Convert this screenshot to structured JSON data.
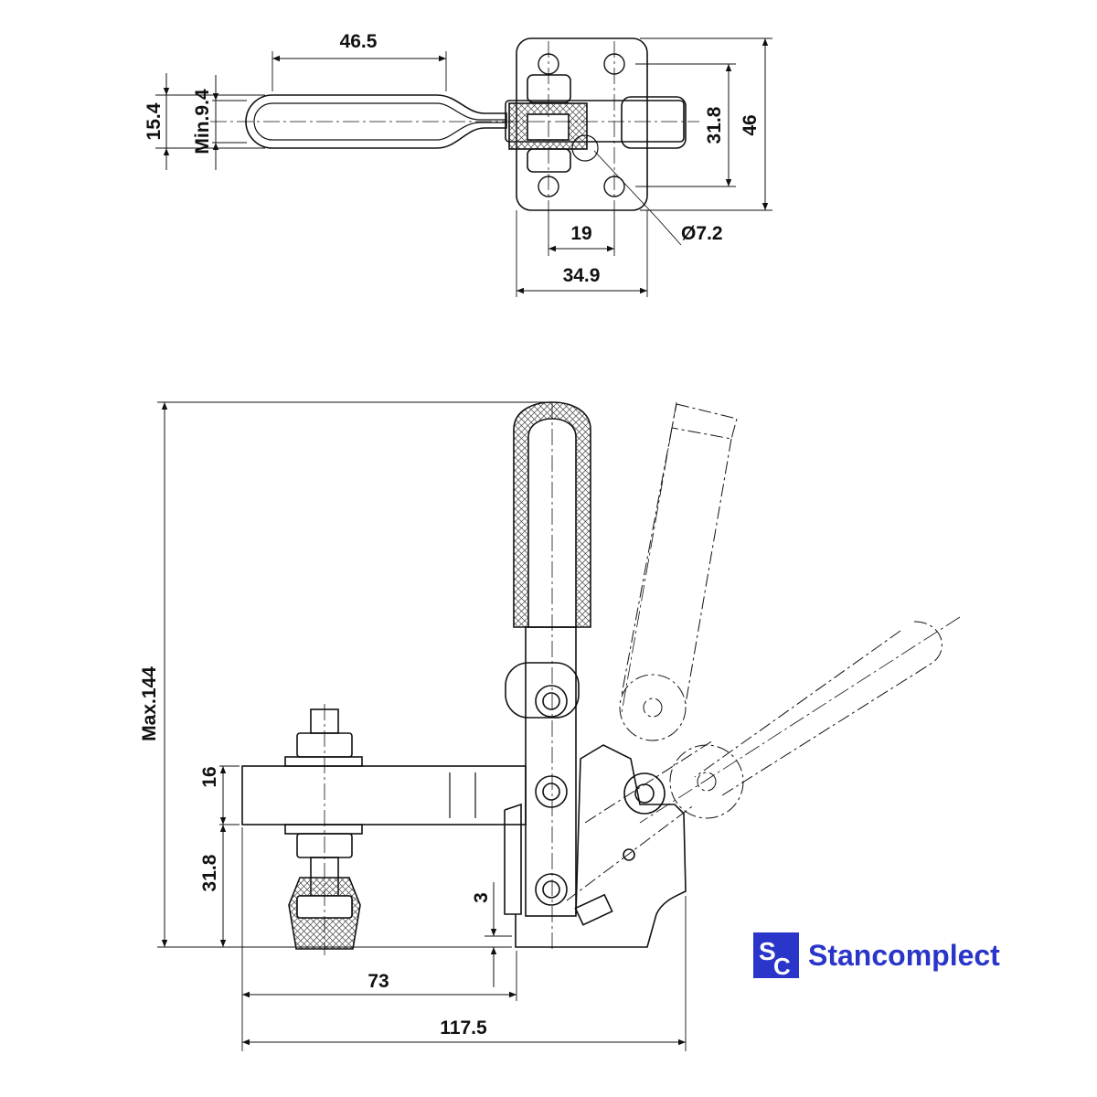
{
  "dimensions": {
    "top_handle_length": "46.5",
    "top_grip_width": "15.4",
    "top_min_clearance": "Min.9.4",
    "top_hole_spacing_v": "31.8",
    "top_base_height": "46",
    "top_hole_spacing_h": "19",
    "top_hole_diameter": "Ø7.2",
    "top_base_width": "34.9",
    "side_max_height": "Max.144",
    "side_bar_height": "16",
    "side_spindle_height": "31.8",
    "side_base_offset": "3",
    "side_reach": "73",
    "side_total_length": "117.5"
  },
  "brand": {
    "logo_letters": "SC",
    "name": "Stancomplect",
    "color": "#2a35c9"
  }
}
